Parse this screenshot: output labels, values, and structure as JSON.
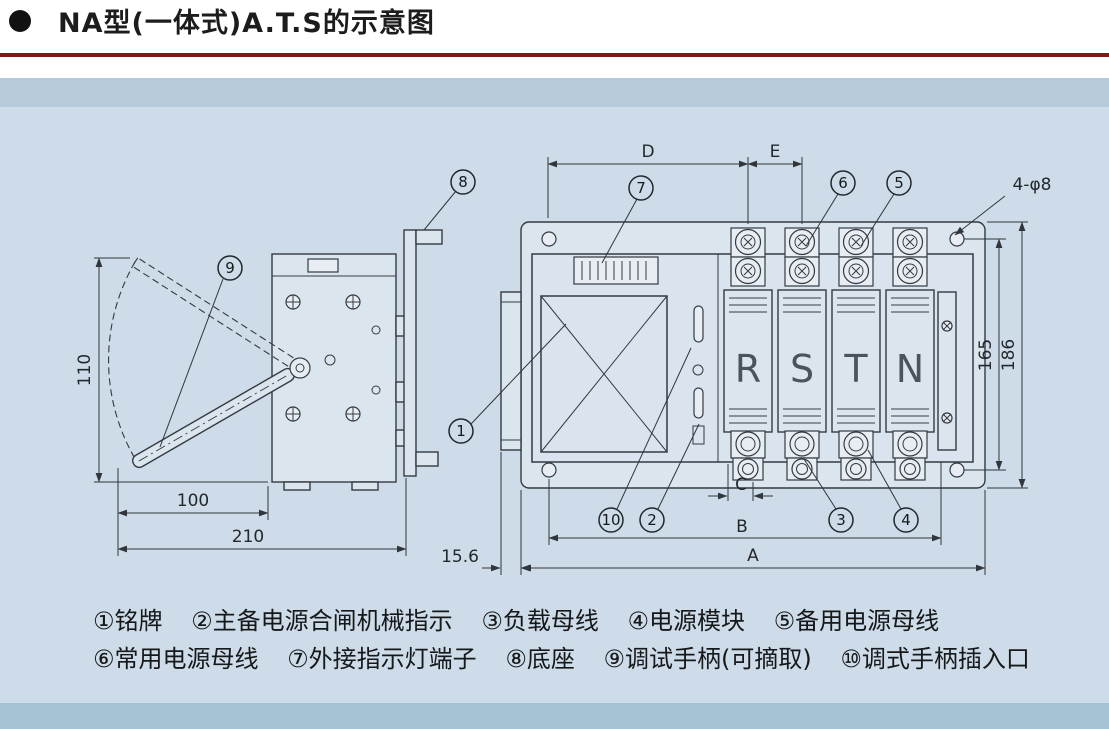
{
  "header": {
    "title": "NA型(一体式)A.T.S的示意图"
  },
  "drawing": {
    "callouts": {
      "c1": "1",
      "c2": "2",
      "c3": "3",
      "c4": "4",
      "c5": "5",
      "c6": "6",
      "c7": "7",
      "c8": "8",
      "c9": "9",
      "c10": "10"
    },
    "dims": {
      "h110": "110",
      "h100": "100",
      "h210": "210",
      "d": "D",
      "e": "E",
      "holes": "4-φ8",
      "v165": "165",
      "v186": "186",
      "c": "C",
      "b": "B",
      "a": "A",
      "off156": "15.6"
    },
    "phases": [
      "R",
      "S",
      "T",
      "N"
    ]
  },
  "legend": {
    "items1": [
      {
        "num": "①",
        "text": "铭牌"
      },
      {
        "num": "②",
        "text": "主备电源合闸机械指示"
      },
      {
        "num": "③",
        "text": "负载母线"
      },
      {
        "num": "④",
        "text": "电源模块"
      },
      {
        "num": "⑤",
        "text": "备用电源母线"
      }
    ],
    "items2": [
      {
        "num": "⑥",
        "text": "常用电源母线"
      },
      {
        "num": "⑦",
        "text": "外接指示灯端子"
      },
      {
        "num": "⑧",
        "text": "底座"
      },
      {
        "num": "⑨",
        "text": "调试手柄(可摘取)"
      },
      {
        "num": "⑩",
        "text": "调式手柄插入口"
      }
    ]
  },
  "colors": {
    "accent_rule": "#7d1a15",
    "band": "#b7cbda",
    "panel": "#cddce8",
    "bottom_bar": "#a6c2d5",
    "ink": "#30363c"
  }
}
